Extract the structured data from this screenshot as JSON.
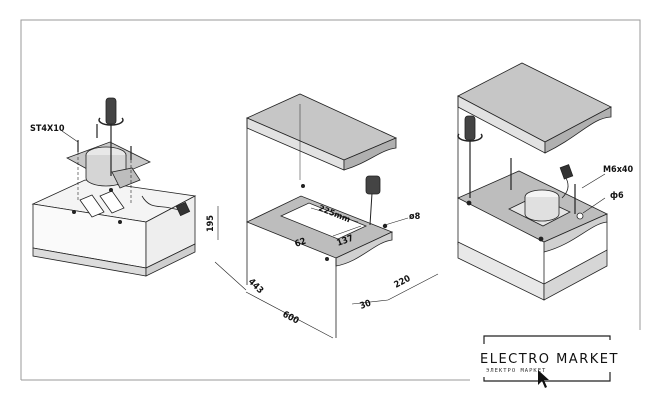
{
  "left_panel": {
    "screw_label": "ST4X10"
  },
  "middle_panel": {
    "dimensions": {
      "height": "195",
      "cutout_width": "225mm",
      "cutout_depth": "137",
      "side_offset": "62",
      "depth_bottom": "443",
      "width": "600",
      "front_offset": "30",
      "right_depth": "220",
      "hole_diameter": "ø8"
    }
  },
  "right_panel": {
    "bolt_label": "M6x40",
    "washer_label": "ф6"
  },
  "logo": {
    "title": "ELECTRO MARKET",
    "subtitle": "ЭЛЕКТРО МАРКЕТ"
  }
}
